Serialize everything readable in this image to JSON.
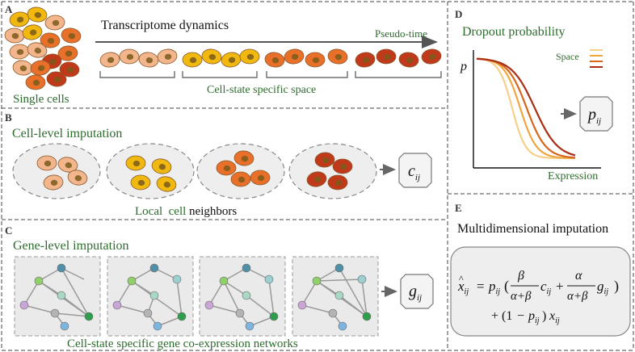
{
  "colors": {
    "dash": "#444444",
    "green_text": "#2e6b2e",
    "light_cell": "#f2b58c",
    "yellow_cell": "#f1b90f",
    "orange_cell": "#e8702a",
    "dark_cell": "#c0391b",
    "nucleus": "#7a5a1a",
    "neighborhood_fill": "#eeeeee",
    "network_fill": "#eaeaea"
  },
  "panelA": {
    "label": "A",
    "arrow_title": "Transcriptome dynamics",
    "axis_label": "Pseudo-time",
    "single_cells": "Single cells",
    "space_label": "Cell-state specific space"
  },
  "panelB": {
    "label": "B",
    "title": "Cell-level imputation",
    "neighbors_green": "Local  cell",
    "neighbors_black": " neighbors",
    "output_symbol": "c",
    "output_sub": "ij"
  },
  "panelC": {
    "label": "C",
    "title": "Gene-level imputation",
    "caption": "Cell-state specific gene co-expression networks",
    "output_symbol": "g",
    "output_sub": "ij"
  },
  "panelD": {
    "label": "D",
    "title": "Dropout probability",
    "legend": "Space",
    "ylabel": "p",
    "xlabel": "Expression",
    "output_symbol": "p",
    "output_sub": "ij",
    "curve_colors": [
      "#f6cf8a",
      "#efa640",
      "#d8661c",
      "#a82e14"
    ]
  },
  "panelE": {
    "label": "E",
    "title": "Multidimensional imputation",
    "eq": {
      "lhs_sym": "x",
      "lhs_sub": "ij",
      "equals": "=",
      "p_sym": "p",
      "p_sub": "ij",
      "open_paren": "(",
      "frac1_num": "β",
      "frac1_den": "α+β",
      "c_sym": "c",
      "c_sub": "ij",
      "plus": "+",
      "frac2_num": "α",
      "frac2_den": "α+β",
      "g_sym": "g",
      "g_sub": "ij",
      "close_paren": ")",
      "line2_start": "+ (1",
      "minus": "−",
      "p2_sym": "p",
      "p2_sub": "ij",
      "line2_mid": ")",
      "x_sym": "x",
      "x_sub": "ij"
    }
  }
}
